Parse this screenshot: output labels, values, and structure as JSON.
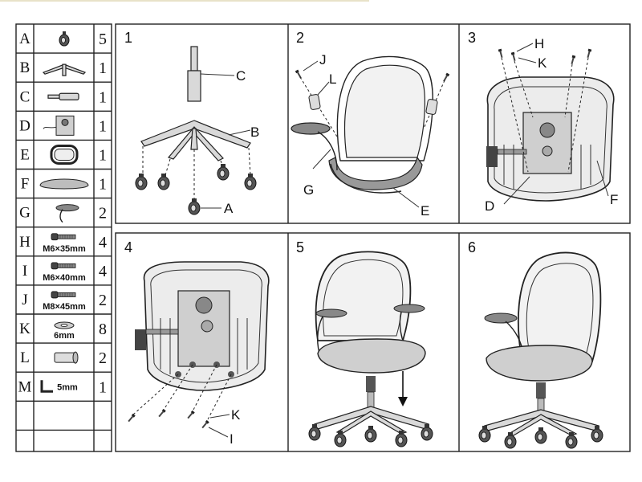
{
  "parts": [
    {
      "letter": "A",
      "qty": "5",
      "icon": "caster-wheel"
    },
    {
      "letter": "B",
      "qty": "1",
      "icon": "star-base"
    },
    {
      "letter": "C",
      "qty": "1",
      "icon": "gas-cylinder"
    },
    {
      "letter": "D",
      "qty": "1",
      "icon": "tilt-mechanism"
    },
    {
      "letter": "E",
      "qty": "1",
      "icon": "seat-frame"
    },
    {
      "letter": "F",
      "qty": "1",
      "icon": "seat-cushion"
    },
    {
      "letter": "G",
      "qty": "2",
      "icon": "armrest"
    },
    {
      "letter": "H",
      "qty": "4",
      "icon": "bolt",
      "spec": "M6×35mm"
    },
    {
      "letter": "I",
      "qty": "4",
      "icon": "bolt",
      "spec": "M6×40mm"
    },
    {
      "letter": "J",
      "qty": "2",
      "icon": "bolt",
      "spec": "M8×45mm"
    },
    {
      "letter": "K",
      "qty": "8",
      "icon": "washer",
      "spec": "6mm"
    },
    {
      "letter": "L",
      "qty": "2",
      "icon": "sleeve"
    },
    {
      "letter": "M",
      "qty": "1",
      "icon": "allen-key",
      "spec": "5mm"
    }
  ],
  "steps": [
    {
      "number": "1",
      "callouts": [
        "C",
        "B",
        "A"
      ]
    },
    {
      "number": "2",
      "callouts": [
        "J",
        "L",
        "G",
        "E"
      ]
    },
    {
      "number": "3",
      "callouts": [
        "H",
        "K",
        "D",
        "F"
      ]
    },
    {
      "number": "4",
      "callouts": [
        "K",
        "I"
      ]
    },
    {
      "number": "5",
      "callouts": []
    },
    {
      "number": "6",
      "callouts": []
    }
  ]
}
